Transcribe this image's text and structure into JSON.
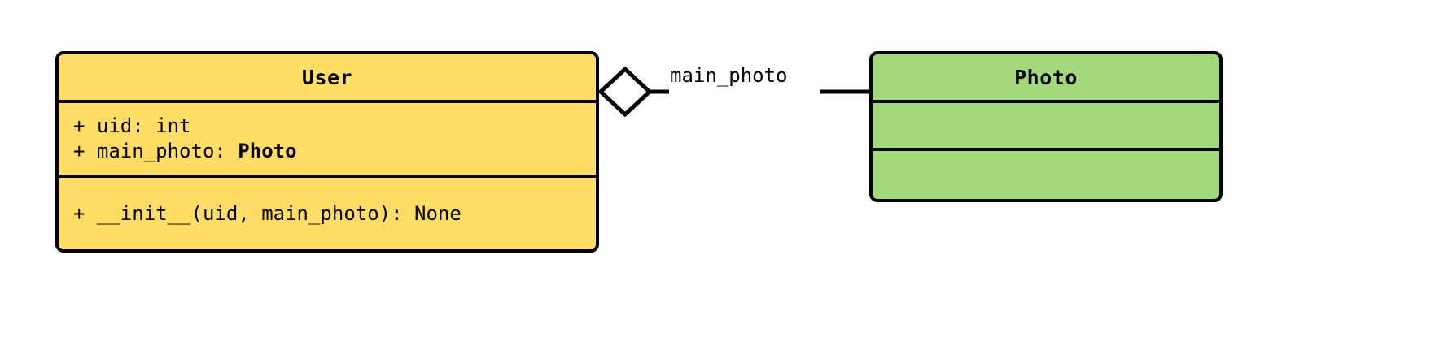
{
  "diagram": {
    "type": "uml-class-diagram",
    "background_color": "#ffffff",
    "border_color": "#000000",
    "classes": [
      {
        "id": "user",
        "name": "User",
        "fill_color": "#FFDD66",
        "attributes": [
          {
            "visibility": "+",
            "text": "+ uid: int",
            "name": "uid",
            "type": "int",
            "type_is_link": false
          },
          {
            "visibility": "+",
            "text": "+ main_photo: ",
            "name": "main_photo",
            "type": "Photo",
            "type_is_link": true
          }
        ],
        "methods": [
          {
            "visibility": "+",
            "text": "+ __init__(uid, main_photo): None",
            "name": "__init__",
            "params": "uid, main_photo",
            "returns": "None"
          }
        ]
      },
      {
        "id": "photo",
        "name": "Photo",
        "fill_color": "#A2D97A",
        "attributes": [],
        "methods": []
      }
    ],
    "relationships": [
      {
        "id": "main-photo",
        "kind": "aggregation",
        "label": "main_photo",
        "source": "User",
        "target": "Photo",
        "diamond_fill": "#ffffff",
        "diamond_stroke": "#000000"
      }
    ]
  }
}
